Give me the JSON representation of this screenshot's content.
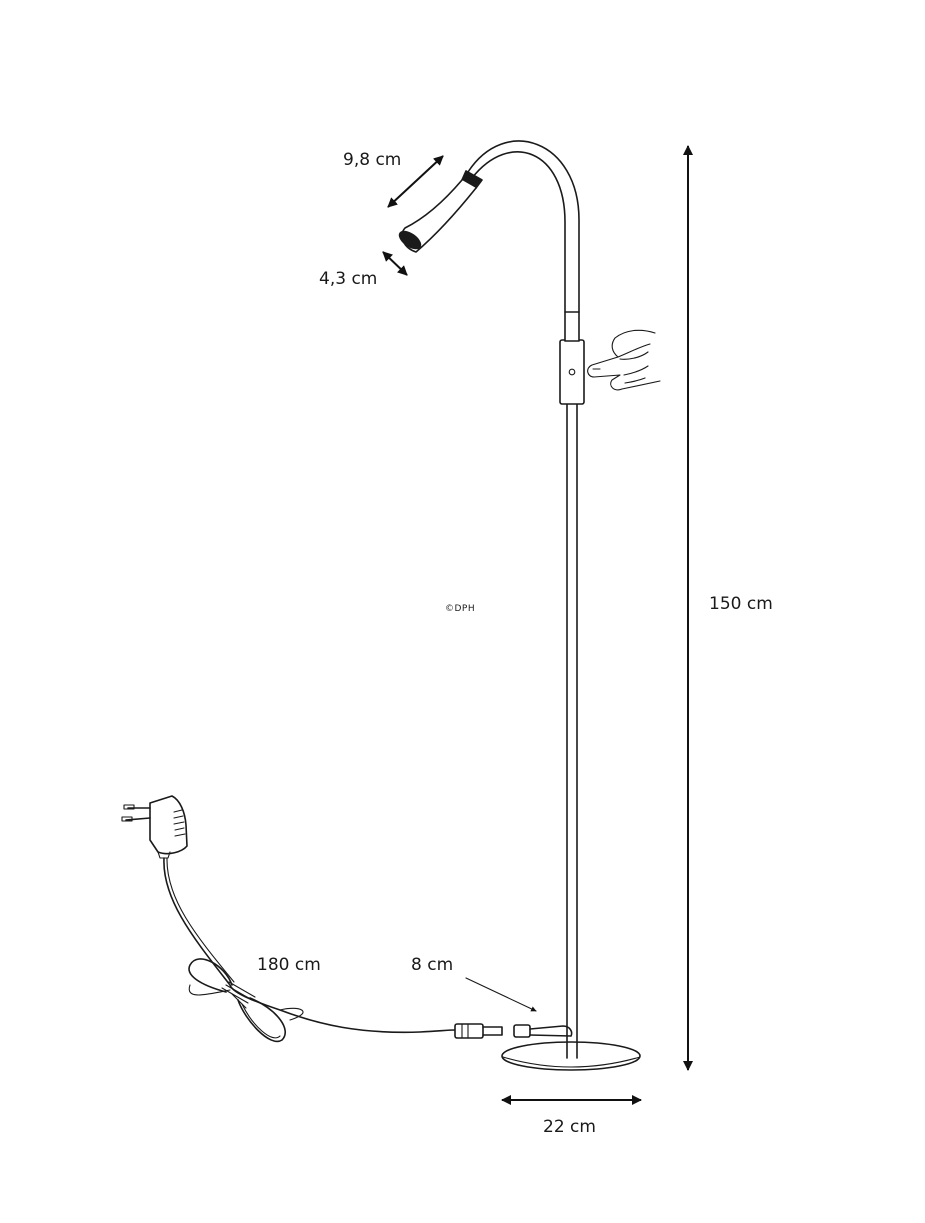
{
  "dimensions": {
    "head_length": "9,8 cm",
    "head_width": "4,3 cm",
    "total_height": "150 cm",
    "cable_length": "180 cm",
    "connector_length": "8 cm",
    "base_diameter": "22 cm"
  },
  "watermark": "©DPH",
  "colors": {
    "ink": "#1a1a1a",
    "background": "#ffffff"
  }
}
